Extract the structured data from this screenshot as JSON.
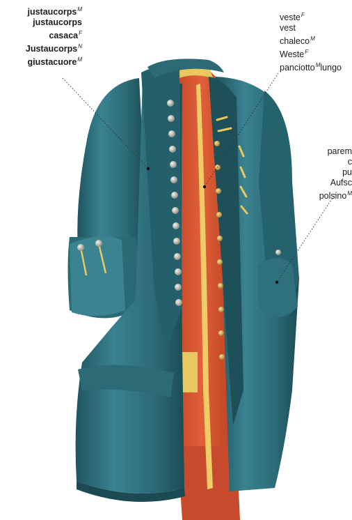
{
  "coat": {
    "terms": [
      {
        "text": "justaucorps",
        "gender": "M"
      },
      {
        "text": "justaucorps",
        "gender": ""
      },
      {
        "text": "casaca",
        "gender": "F"
      },
      {
        "text": "Justaucorps",
        "gender": "N"
      },
      {
        "text": "giustacuore",
        "gender": "M"
      }
    ]
  },
  "vest": {
    "terms": [
      {
        "text": "veste",
        "gender": "F"
      },
      {
        "text": "vest",
        "gender": ""
      },
      {
        "text": "chaleco",
        "gender": "M"
      },
      {
        "text": "Weste",
        "gender": "F"
      },
      {
        "text": "panciotto",
        "gender": "M",
        "suffix": "lungo"
      }
    ]
  },
  "cuff": {
    "terms": [
      {
        "text": "parem",
        "gender": ""
      },
      {
        "text": "c",
        "gender": ""
      },
      {
        "text": "pu",
        "gender": ""
      },
      {
        "text": "Aufsc",
        "gender": ""
      },
      {
        "text": "polsino",
        "gender": "M"
      }
    ]
  },
  "colors": {
    "coat": "#2f6f7a",
    "coat_dark": "#1f4f58",
    "vest": "#d6502f",
    "trim": "#e8c35a",
    "button": "#b8b8b0"
  }
}
